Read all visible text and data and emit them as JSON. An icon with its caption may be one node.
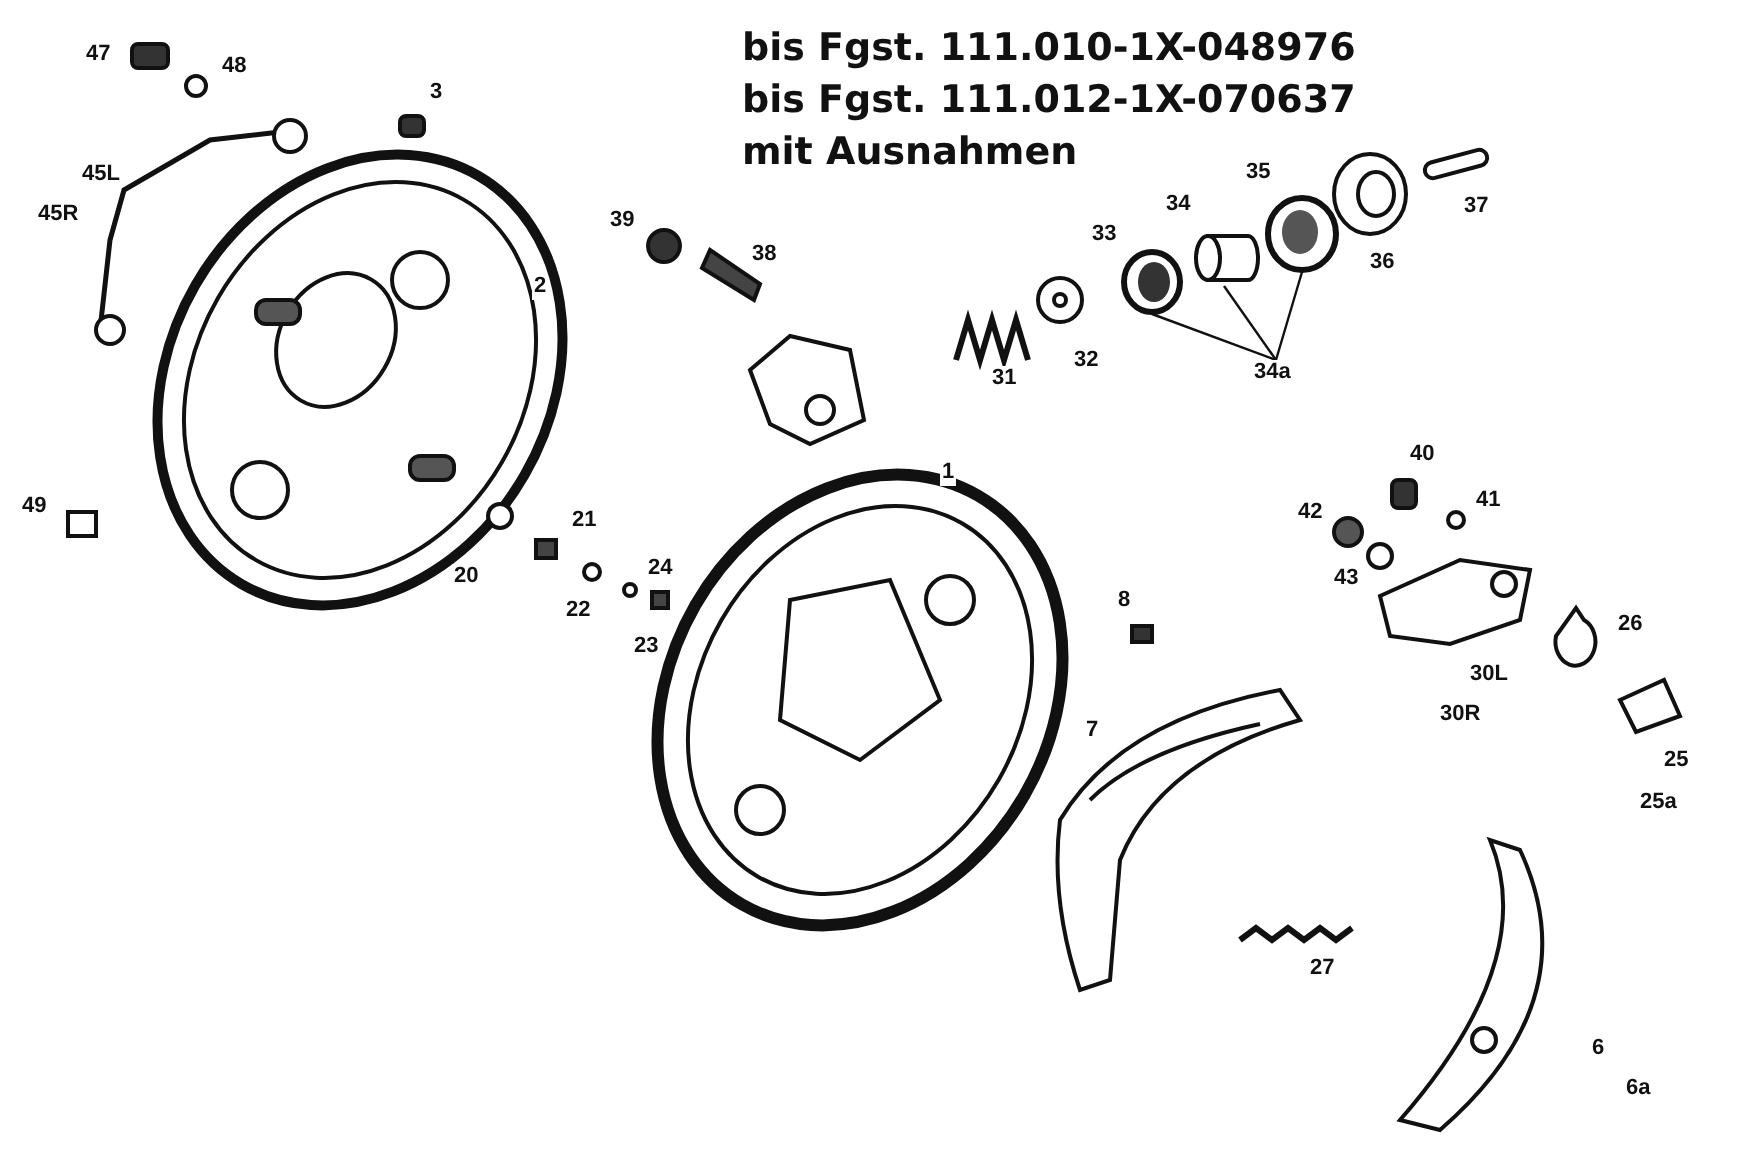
{
  "diagram": {
    "nodes": [
      {
        "text": [
          "34a"
        ]
      },
      {
        "text": [],
        "shape": "picture"
      },
      {
        "text": [],
        "shape": "cylinder"
      },
      {
        "text": [],
        "shape": "picture"
      }
    ],
    "edges": [
      {
        "from": 0,
        "to": 1,
        "arrow": "none"
      },
      {
        "from": 0,
        "to": 2,
        "arrow": "none"
      },
      {
        "from": 0,
        "to": 3,
        "arrow": "none"
      }
    ],
    "labels": [
      "bis Fgst. 111.010-1X-048976",
      "bis Fgst. 111.012-1X-070637",
      "mit Ausnahmen",
      "47",
      "48",
      "3",
      "45L",
      "45R",
      "39",
      "38",
      "2",
      "33",
      "34",
      "35",
      "36",
      "37",
      "31",
      "32",
      "49",
      "1",
      "20",
      "21",
      "22",
      "24",
      "23",
      "40",
      "41",
      "42",
      "43",
      "8",
      "26",
      "30L",
      "30R",
      "7",
      "25",
      "25a",
      "27",
      "6",
      "6a"
    ]
  }
}
